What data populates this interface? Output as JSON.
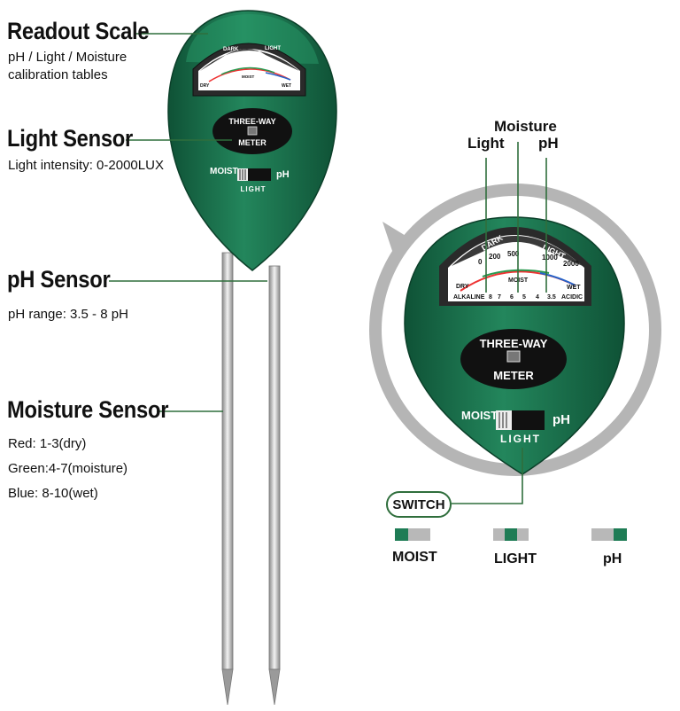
{
  "callouts": {
    "readout": {
      "title": "Readout Scale",
      "line1": "pH / Light / Moisture",
      "line2": "calibration tables"
    },
    "light": {
      "title": "Light Sensor",
      "line1": "Light intensity: 0-2000LUX"
    },
    "ph": {
      "title": "pH Sensor",
      "line1": "pH range: 3.5 - 8 pH"
    },
    "moisture": {
      "title": "Moisture Sensor",
      "line1": "Red: 1-3(dry)",
      "line2": "Green:4-7(moisture)",
      "line3": "Blue: 8-10(wet)"
    }
  },
  "pointers": {
    "light": "Light",
    "moisture": "Moisture",
    "ph": "pH"
  },
  "switch_label": "SWITCH",
  "switch_positions": {
    "moist": "MOIST",
    "light": "LIGHT",
    "ph": "pH"
  },
  "meter": {
    "brand_line1": "THREE-WAY",
    "brand_line2": "METER",
    "switch_left": "MOIST",
    "switch_right": "pH",
    "switch_bottom": "LIGHT",
    "dial": {
      "dark": "DARK",
      "light": "LIGHT",
      "moist": "MOIST",
      "dry": "DRY",
      "wet": "WET",
      "alkaline": "ALKALINE",
      "acidic": "ACIDIC",
      "lux_ticks": [
        "0",
        "200",
        "500",
        "1000",
        "2000"
      ],
      "ph_ticks": [
        "8",
        "7",
        "6",
        "5",
        "4",
        "3.5"
      ]
    }
  },
  "colors": {
    "body": "#1e7c55",
    "body_dark": "#0f5236",
    "green_line": "#2f6e3c",
    "ring": "#b5b5b5"
  }
}
